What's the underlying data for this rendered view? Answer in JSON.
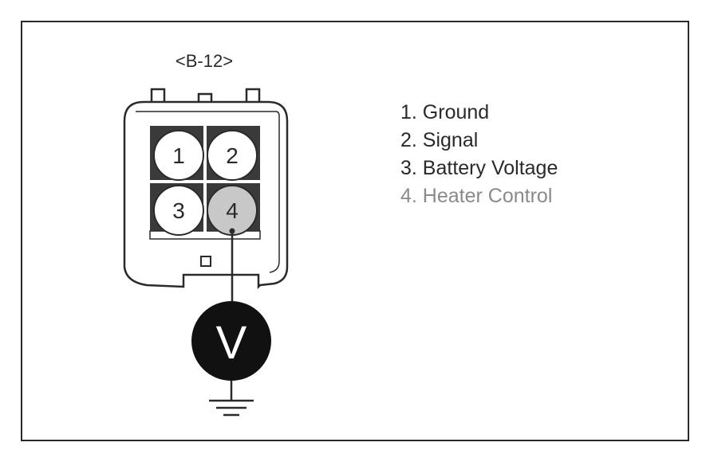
{
  "connector": {
    "label": "<B-12>",
    "pins": [
      "1",
      "2",
      "3",
      "4"
    ],
    "measured_pin": "4"
  },
  "meter": {
    "symbol": "V"
  },
  "legend": {
    "items": [
      {
        "text": "1. Ground"
      },
      {
        "text": "2. Signal"
      },
      {
        "text": "3. Battery Voltage"
      },
      {
        "text": "4. Heater Control"
      }
    ]
  },
  "colors": {
    "line": "#2a2a2a",
    "measured_pin_fill": "#c8c8c8",
    "meter_fill": "#111111",
    "muted_text": "#8a8a8a"
  }
}
